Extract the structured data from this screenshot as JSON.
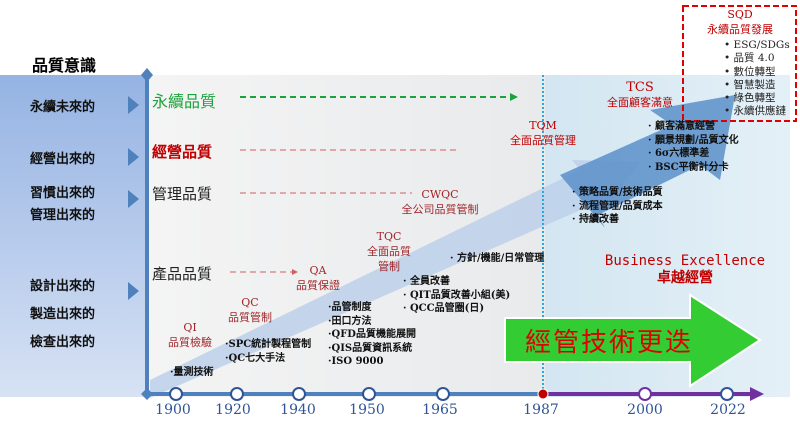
{
  "title": "品質意識",
  "left_items": [
    "永續未來的",
    "經營出來的",
    "習慣出來的",
    "管理出來的",
    "設計出來的",
    "製造出來的",
    "檢查出來的"
  ],
  "levels": {
    "sustain": "永續品質",
    "business": "經營品質",
    "management": "管理品質",
    "product": "產品品質"
  },
  "stages": {
    "qi": [
      "QI",
      "品質檢驗"
    ],
    "qc": [
      "QC",
      "品質管制"
    ],
    "qa": [
      "QA",
      "品質保證"
    ],
    "tqc": [
      "TQC",
      "全面品質",
      "管制"
    ],
    "cwqc": [
      "CWQC",
      "全公司品質管制"
    ],
    "tqm": [
      "TQM",
      "全面品質管理"
    ],
    "tcs": [
      "TCS",
      "全面顧客滿意"
    ],
    "sqd": [
      "SQD",
      "永續品質發展"
    ]
  },
  "bullets": {
    "b1900": [
      "·量測技術"
    ],
    "b1920": [
      "·SPC統計製程管制",
      "·QC七大手法"
    ],
    "b1950": [
      "·品管制度",
      "·田口方法",
      "·QFD品質機能展開",
      "·QIS品質資訊系統",
      "·ISO 9000"
    ],
    "b1965": [
      "· 全員改善",
      "· QIT品質改善小組(美)",
      "· QCC品管圈(日)"
    ],
    "b1965b": [
      "· 方針/機能/日常管理"
    ],
    "b1987": [
      "· 策略品質/技術品質",
      "· 流程管理/品質成本",
      "· 持續改善"
    ],
    "b2000": [
      "· 顧客滿意經營",
      "· 願景規劃/品質文化",
      "· 6σ六標準差",
      "· BSC平衡計分卡"
    ],
    "sqd": [
      "• ESG/SDGs",
      "• 品質 4.0",
      "• 數位轉型",
      "• 智慧製造",
      "• 綠色轉型",
      "• 永續供應鏈"
    ]
  },
  "excellence": [
    "Business Excellence",
    "卓越經營"
  ],
  "arrow_text": "經管技術更迭",
  "years": [
    "1900",
    "1920",
    "1940",
    "1950",
    "1965",
    "1987",
    "2000",
    "2022"
  ],
  "colors": {
    "green": "#1aa33a",
    "red": "#c00000",
    "axis": "#4f81bd",
    "purple": "#7030a0",
    "arrow": "#33cc33"
  }
}
